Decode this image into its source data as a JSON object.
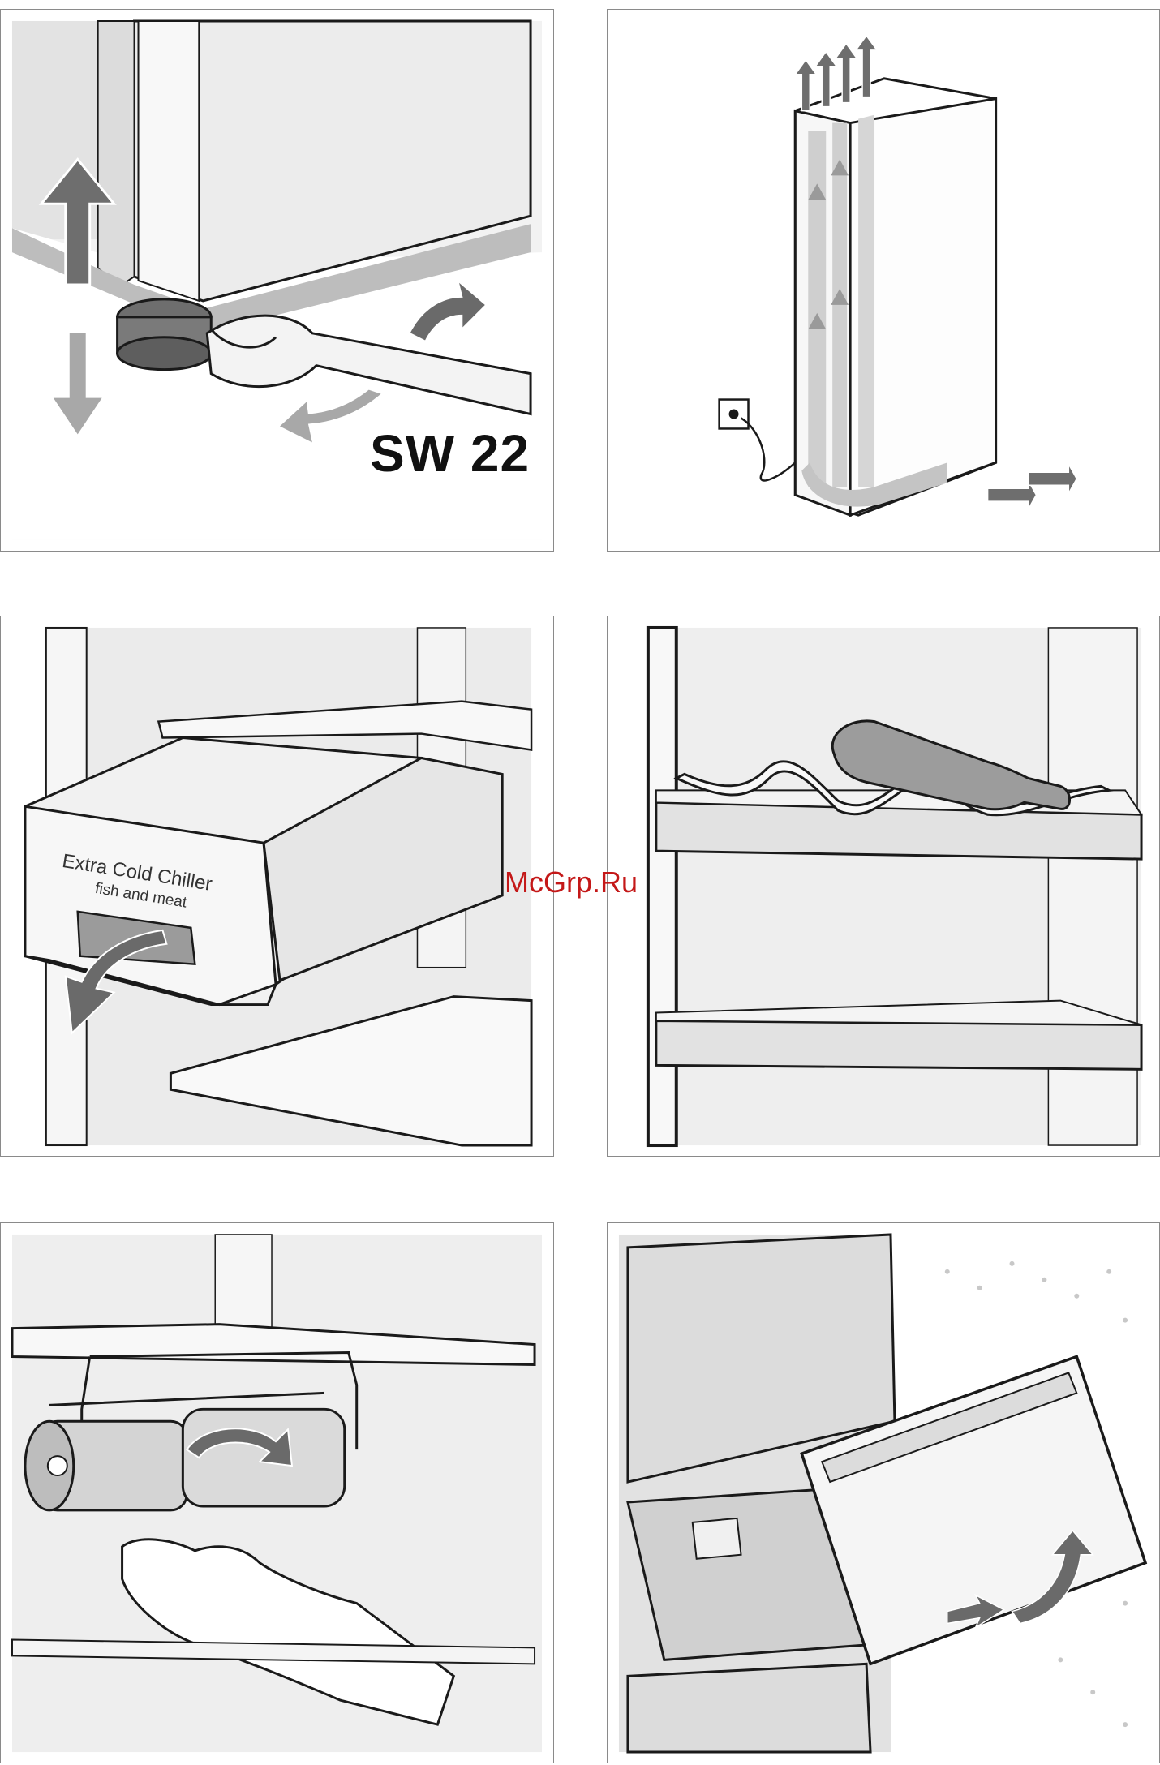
{
  "panels": [
    {
      "id": "leveling-feet",
      "label": "SW 22"
    },
    {
      "id": "ventilation",
      "label": ""
    },
    {
      "id": "chiller-drawer",
      "label": "Extra Cold Chiller",
      "sublabel": "fish and meat"
    },
    {
      "id": "bottle-rack",
      "label": ""
    },
    {
      "id": "can-holder",
      "label": ""
    },
    {
      "id": "freezer-drawer",
      "label": ""
    }
  ],
  "watermark": "McGrp.Ru",
  "colors": {
    "line": "#1a1a1a",
    "gray_light": "#e9e9e9",
    "gray_mid": "#c9c9c9",
    "gray_dark": "#8e8e8e",
    "watermark": "#c41818"
  }
}
